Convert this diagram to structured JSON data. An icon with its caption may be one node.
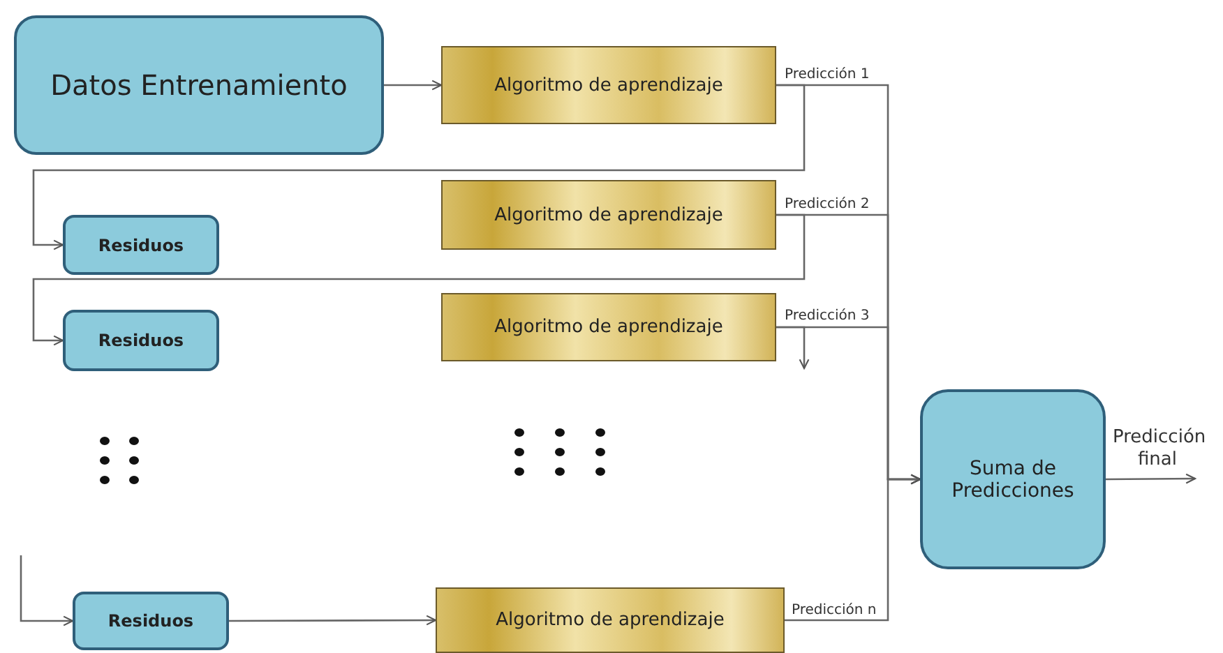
{
  "diagram": {
    "nodes": [
      {
        "text": [
          "Datos Entrenamiento"
        ]
      },
      {
        "text": [
          "Algoritmo de aprendizaje"
        ]
      },
      {
        "text": [
          "Residuos"
        ]
      },
      {
        "text": [
          "Algoritmo de aprendizaje"
        ]
      },
      {
        "text": [
          "Residuos"
        ]
      },
      {
        "text": [
          "Algoritmo de aprendizaje"
        ]
      },
      {
        "text": [
          "Residuos"
        ]
      },
      {
        "text": [
          "Algoritmo de aprendizaje"
        ]
      },
      {
        "text": [
          "Suma de Predicciones"
        ]
      }
    ],
    "edges": [
      {
        "from": 0,
        "to": 1,
        "arrow": "to"
      },
      {
        "from": 1,
        "to": 2,
        "arrow": "to"
      },
      {
        "from": 1,
        "to": 8,
        "arrow": "to",
        "label": "Predicción 1"
      },
      {
        "from": 3,
        "to": 4,
        "arrow": "to"
      },
      {
        "from": 3,
        "to": 8,
        "arrow": "to",
        "label": "Predicción 2"
      },
      {
        "from": 5,
        "to": null,
        "arrow": "to"
      },
      {
        "from": 5,
        "to": 8,
        "arrow": "to",
        "label": "Predicción 3"
      },
      {
        "from": null,
        "to": 6,
        "arrow": "to"
      },
      {
        "from": 6,
        "to": 7,
        "arrow": "to"
      },
      {
        "from": 7,
        "to": 8,
        "arrow": "to",
        "label": "Predicción n"
      },
      {
        "from": 8,
        "to": null,
        "arrow": "to",
        "label": "Predicción final"
      }
    ]
  }
}
